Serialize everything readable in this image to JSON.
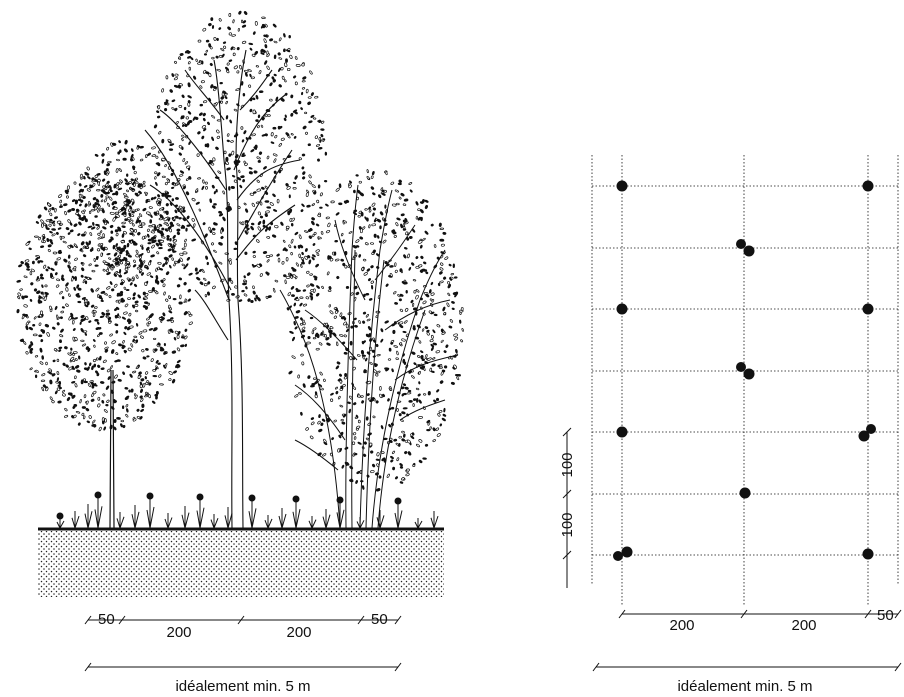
{
  "elevation": {
    "dimensions": {
      "edge_left": "50",
      "spacing_left": "200",
      "spacing_right": "200",
      "edge_right": "50",
      "total_width": "idéalement min. 5 m"
    }
  },
  "plan": {
    "dimensions": {
      "spacing_left": "200",
      "spacing_right": "200",
      "edge_right": "50",
      "row_spacing_upper": "100",
      "row_spacing_lower": "100",
      "total_width": "idéalement min. 5 m"
    }
  }
}
